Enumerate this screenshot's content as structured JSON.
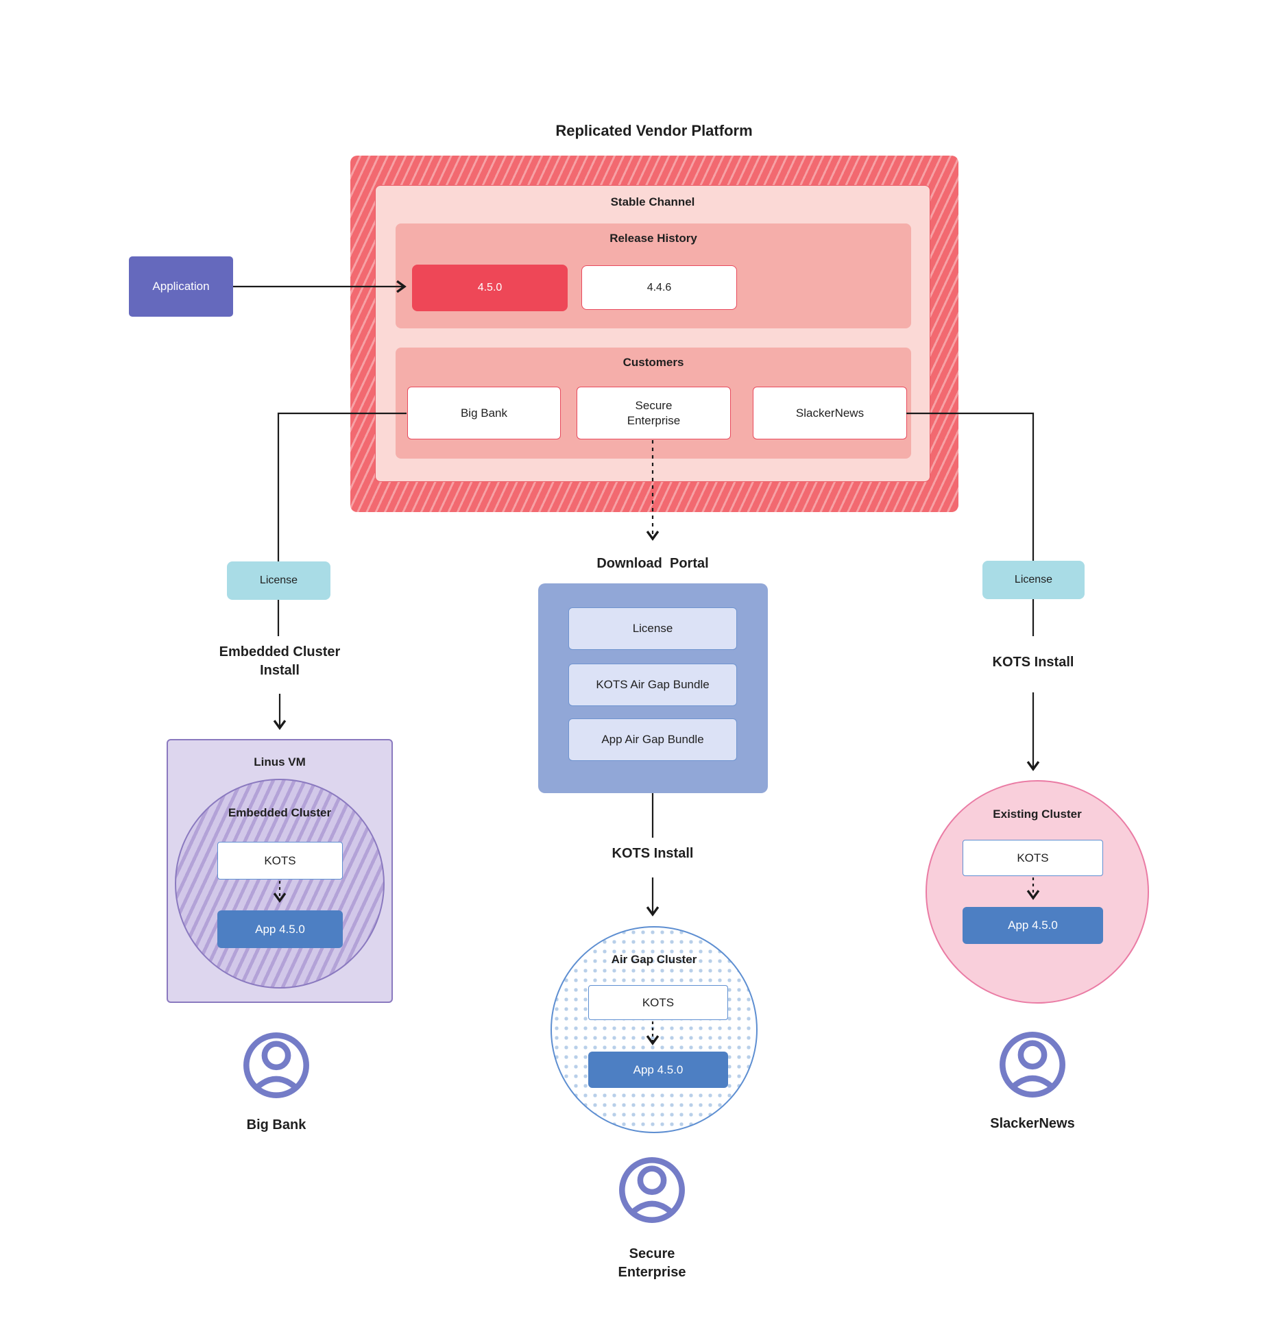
{
  "title": "Replicated Vendor Platform",
  "colors": {
    "platform_hatch_red": "#f26970",
    "stable_pink": "#fbd9d6",
    "panel_salmon": "#f5aeaa",
    "release_red": "#ee4757",
    "box_border_red": "#e8495c",
    "application_purple": "#6569bd",
    "license_teal": "#a9dce6",
    "portal_blue": "#91a7d7",
    "portal_item_lavender": "#dce2f6",
    "vm_lavender": "#ddd6ee",
    "vm_border_purple": "#8a79bf",
    "app_blue": "#4d7fc3",
    "kots_border_blue": "#5d8ed1",
    "existing_pink": "#f9cfdb",
    "existing_border": "#ea7ba4",
    "user_icon_purple": "#747cc7"
  },
  "platform": {
    "stable_channel_label": "Stable Channel",
    "release_history_label": "Release History",
    "releases": {
      "current": "4.5.0",
      "previous": "4.4.6"
    },
    "customers_label": "Customers",
    "customers": {
      "big_bank": "Big Bank",
      "secure_enterprise": "Secure\nEnterprise",
      "slackernews": "SlackerNews"
    }
  },
  "application_label": "Application",
  "left": {
    "license": "License",
    "install": "Embedded Cluster\nInstall",
    "vm_label": "Linus VM",
    "cluster_label": "Embedded Cluster",
    "kots": "KOTS",
    "app": "App 4.5.0",
    "user": "Big Bank"
  },
  "middle": {
    "portal_title": "Download  Portal",
    "portal": {
      "license": "License",
      "kots_bundle": "KOTS Air Gap Bundle",
      "app_bundle": "App Air Gap Bundle"
    },
    "install": "KOTS Install",
    "cluster_label": "Air Gap Cluster",
    "kots": "KOTS",
    "app": "App 4.5.0",
    "user": "Secure\nEnterprise"
  },
  "right": {
    "license": "License",
    "install": "KOTS Install",
    "cluster_label": "Existing Cluster",
    "kots": "KOTS",
    "app": "App 4.5.0",
    "user": "SlackerNews"
  }
}
